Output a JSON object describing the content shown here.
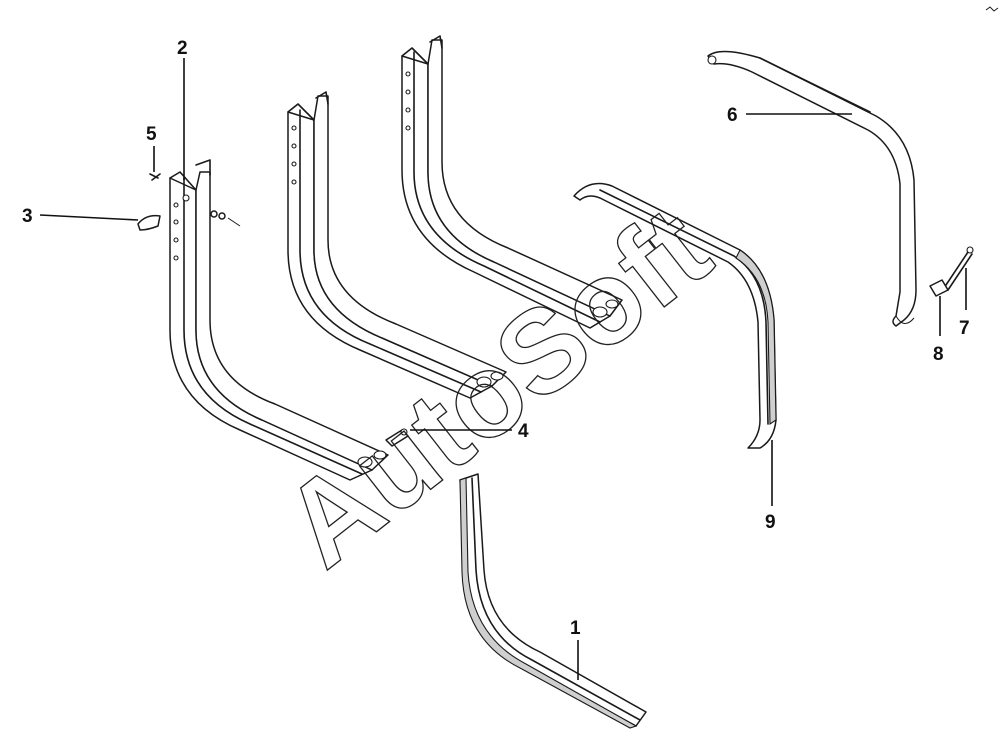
{
  "callouts": {
    "c1": "1",
    "c2": "2",
    "c3": "3",
    "c4": "4",
    "c5": "5",
    "c6": "6",
    "c7": "7",
    "c8": "8",
    "c9": "9"
  },
  "watermark": "AutoSoft",
  "colors": {
    "line": "#1a1a1a",
    "shade": "#cfcfcf",
    "background": "#ffffff"
  }
}
